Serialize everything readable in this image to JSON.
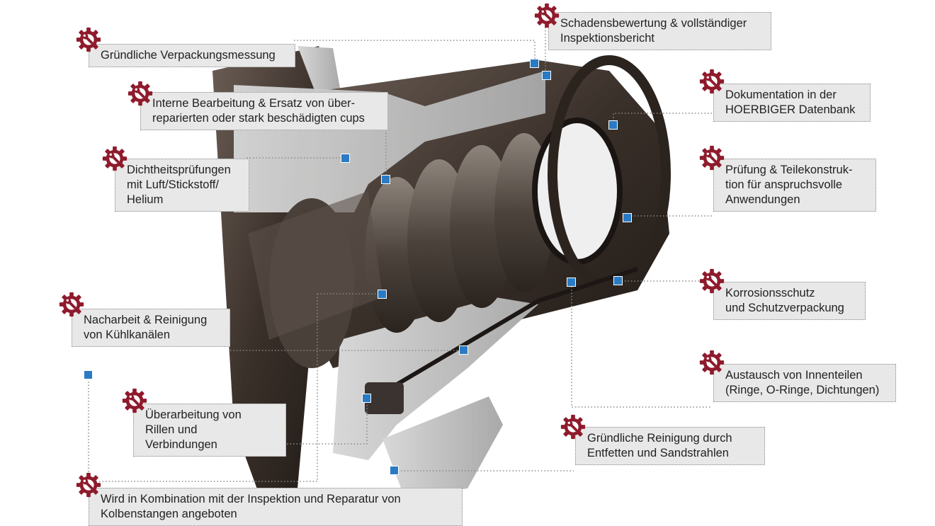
{
  "colors": {
    "gear": "#8e1b2c",
    "marker": "#2a7bc4",
    "label_bg": "#e8e8e8"
  },
  "labels": [
    {
      "id": "verpackungsmessung",
      "lines": [
        "Gründliche Verpackungsmessung"
      ]
    },
    {
      "id": "interne-bearbeitung",
      "lines": [
        "Interne Bearbeitung & Ersatz von über-",
        "reparierten oder stark beschädigten cups"
      ]
    },
    {
      "id": "dichtheitspruefungen",
      "lines": [
        "Dichtheitsprüfungen",
        "mit Luft/Stickstoff/",
        "Helium"
      ]
    },
    {
      "id": "kuehlkanaele",
      "lines": [
        "Nacharbeit & Reinigung",
        "von Kühlkanälen"
      ]
    },
    {
      "id": "rillen",
      "lines": [
        "Überarbeitung von",
        "Rillen und",
        "Verbindungen"
      ]
    },
    {
      "id": "kombination",
      "lines": [
        "Wird in Kombination mit der Inspektion und Reparatur von",
        "Kolbenstangen angeboten"
      ]
    },
    {
      "id": "schadensbewertung",
      "lines": [
        "Schadensbewertung & vollständiger",
        "Inspektionsbericht"
      ]
    },
    {
      "id": "dokumentation",
      "lines": [
        "Dokumentation in der",
        "HOERBIGER Datenbank"
      ]
    },
    {
      "id": "pruefung",
      "lines": [
        "Prüfung & Teilekonstruk-",
        "tion für anspruchsvolle",
        "Anwendungen"
      ]
    },
    {
      "id": "korrosionsschutz",
      "lines": [
        "Korrosionsschutz",
        "und Schutzverpackung"
      ]
    },
    {
      "id": "innenteile",
      "lines": [
        "Austausch von Innenteilen",
        "(Ringe, O-Ringe, Dichtungen)"
      ]
    },
    {
      "id": "reinigung",
      "lines": [
        "Gründliche Reinigung durch",
        "Entfetten und Sandstrahlen"
      ]
    }
  ]
}
